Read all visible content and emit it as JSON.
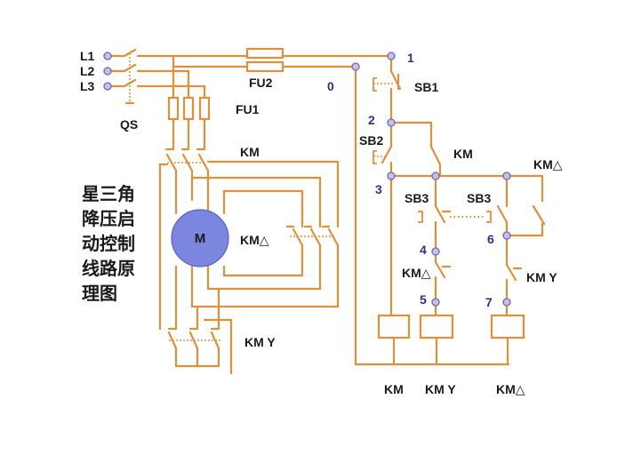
{
  "title_lines": [
    "星三角",
    "降压启",
    "动控制",
    "线路原",
    "理图"
  ],
  "labels": {
    "l1": "L1",
    "l2": "L2",
    "l3": "L3",
    "qs": "QS",
    "fu2": "FU2",
    "fu1": "FU1",
    "km_main": "KM",
    "km_delta_main": "KM△",
    "km_y_main": "KM Y",
    "motor": "M",
    "sb1": "SB1",
    "sb2": "SB2",
    "km_hold": "KM",
    "km_delta_hold": "KM△",
    "sb3_left": "SB3",
    "sb3_right": "SB3",
    "km_delta_nc": "KM△",
    "km_y_nc": "KM Y",
    "coil_km": "KM",
    "coil_kmy": "KM Y",
    "coil_kmdelta": "KM△"
  },
  "nodes": {
    "n0": "0",
    "n1": "1",
    "n2": "2",
    "n3": "3",
    "n4": "4",
    "n5": "5",
    "n6": "6",
    "n7": "7"
  },
  "colors": {
    "wire": "#e0903a",
    "terminal_fill": "#c5c0ea",
    "motor_fill": "#7b86de",
    "node_number": "#2b2f8e"
  }
}
